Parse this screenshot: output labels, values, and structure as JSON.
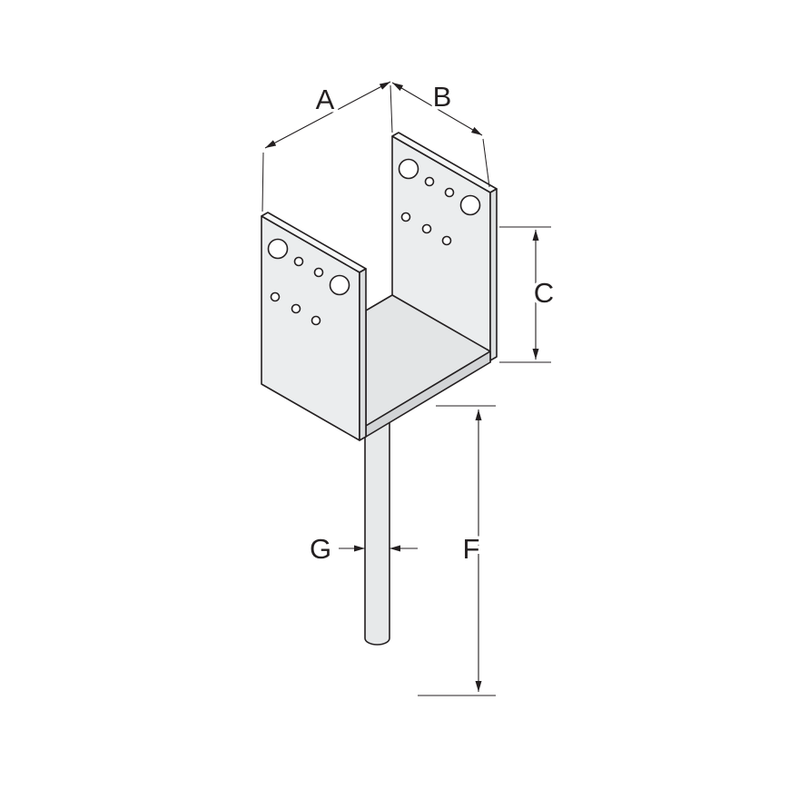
{
  "diagram": {
    "dimension_labels": {
      "a": "A",
      "b": "B",
      "c": "C",
      "f": "F",
      "g": "G"
    },
    "colors": {
      "line": "#231f20",
      "plate_face": "#ebedee",
      "plate_top": "#f6f7f7",
      "plate_edge": "#dcdedf",
      "seat_floor": "#e3e5e6",
      "seat_edge": "#d2d4d6",
      "rod": "#e7e9ea",
      "hole": "#ffffff",
      "background": "#ffffff"
    }
  }
}
